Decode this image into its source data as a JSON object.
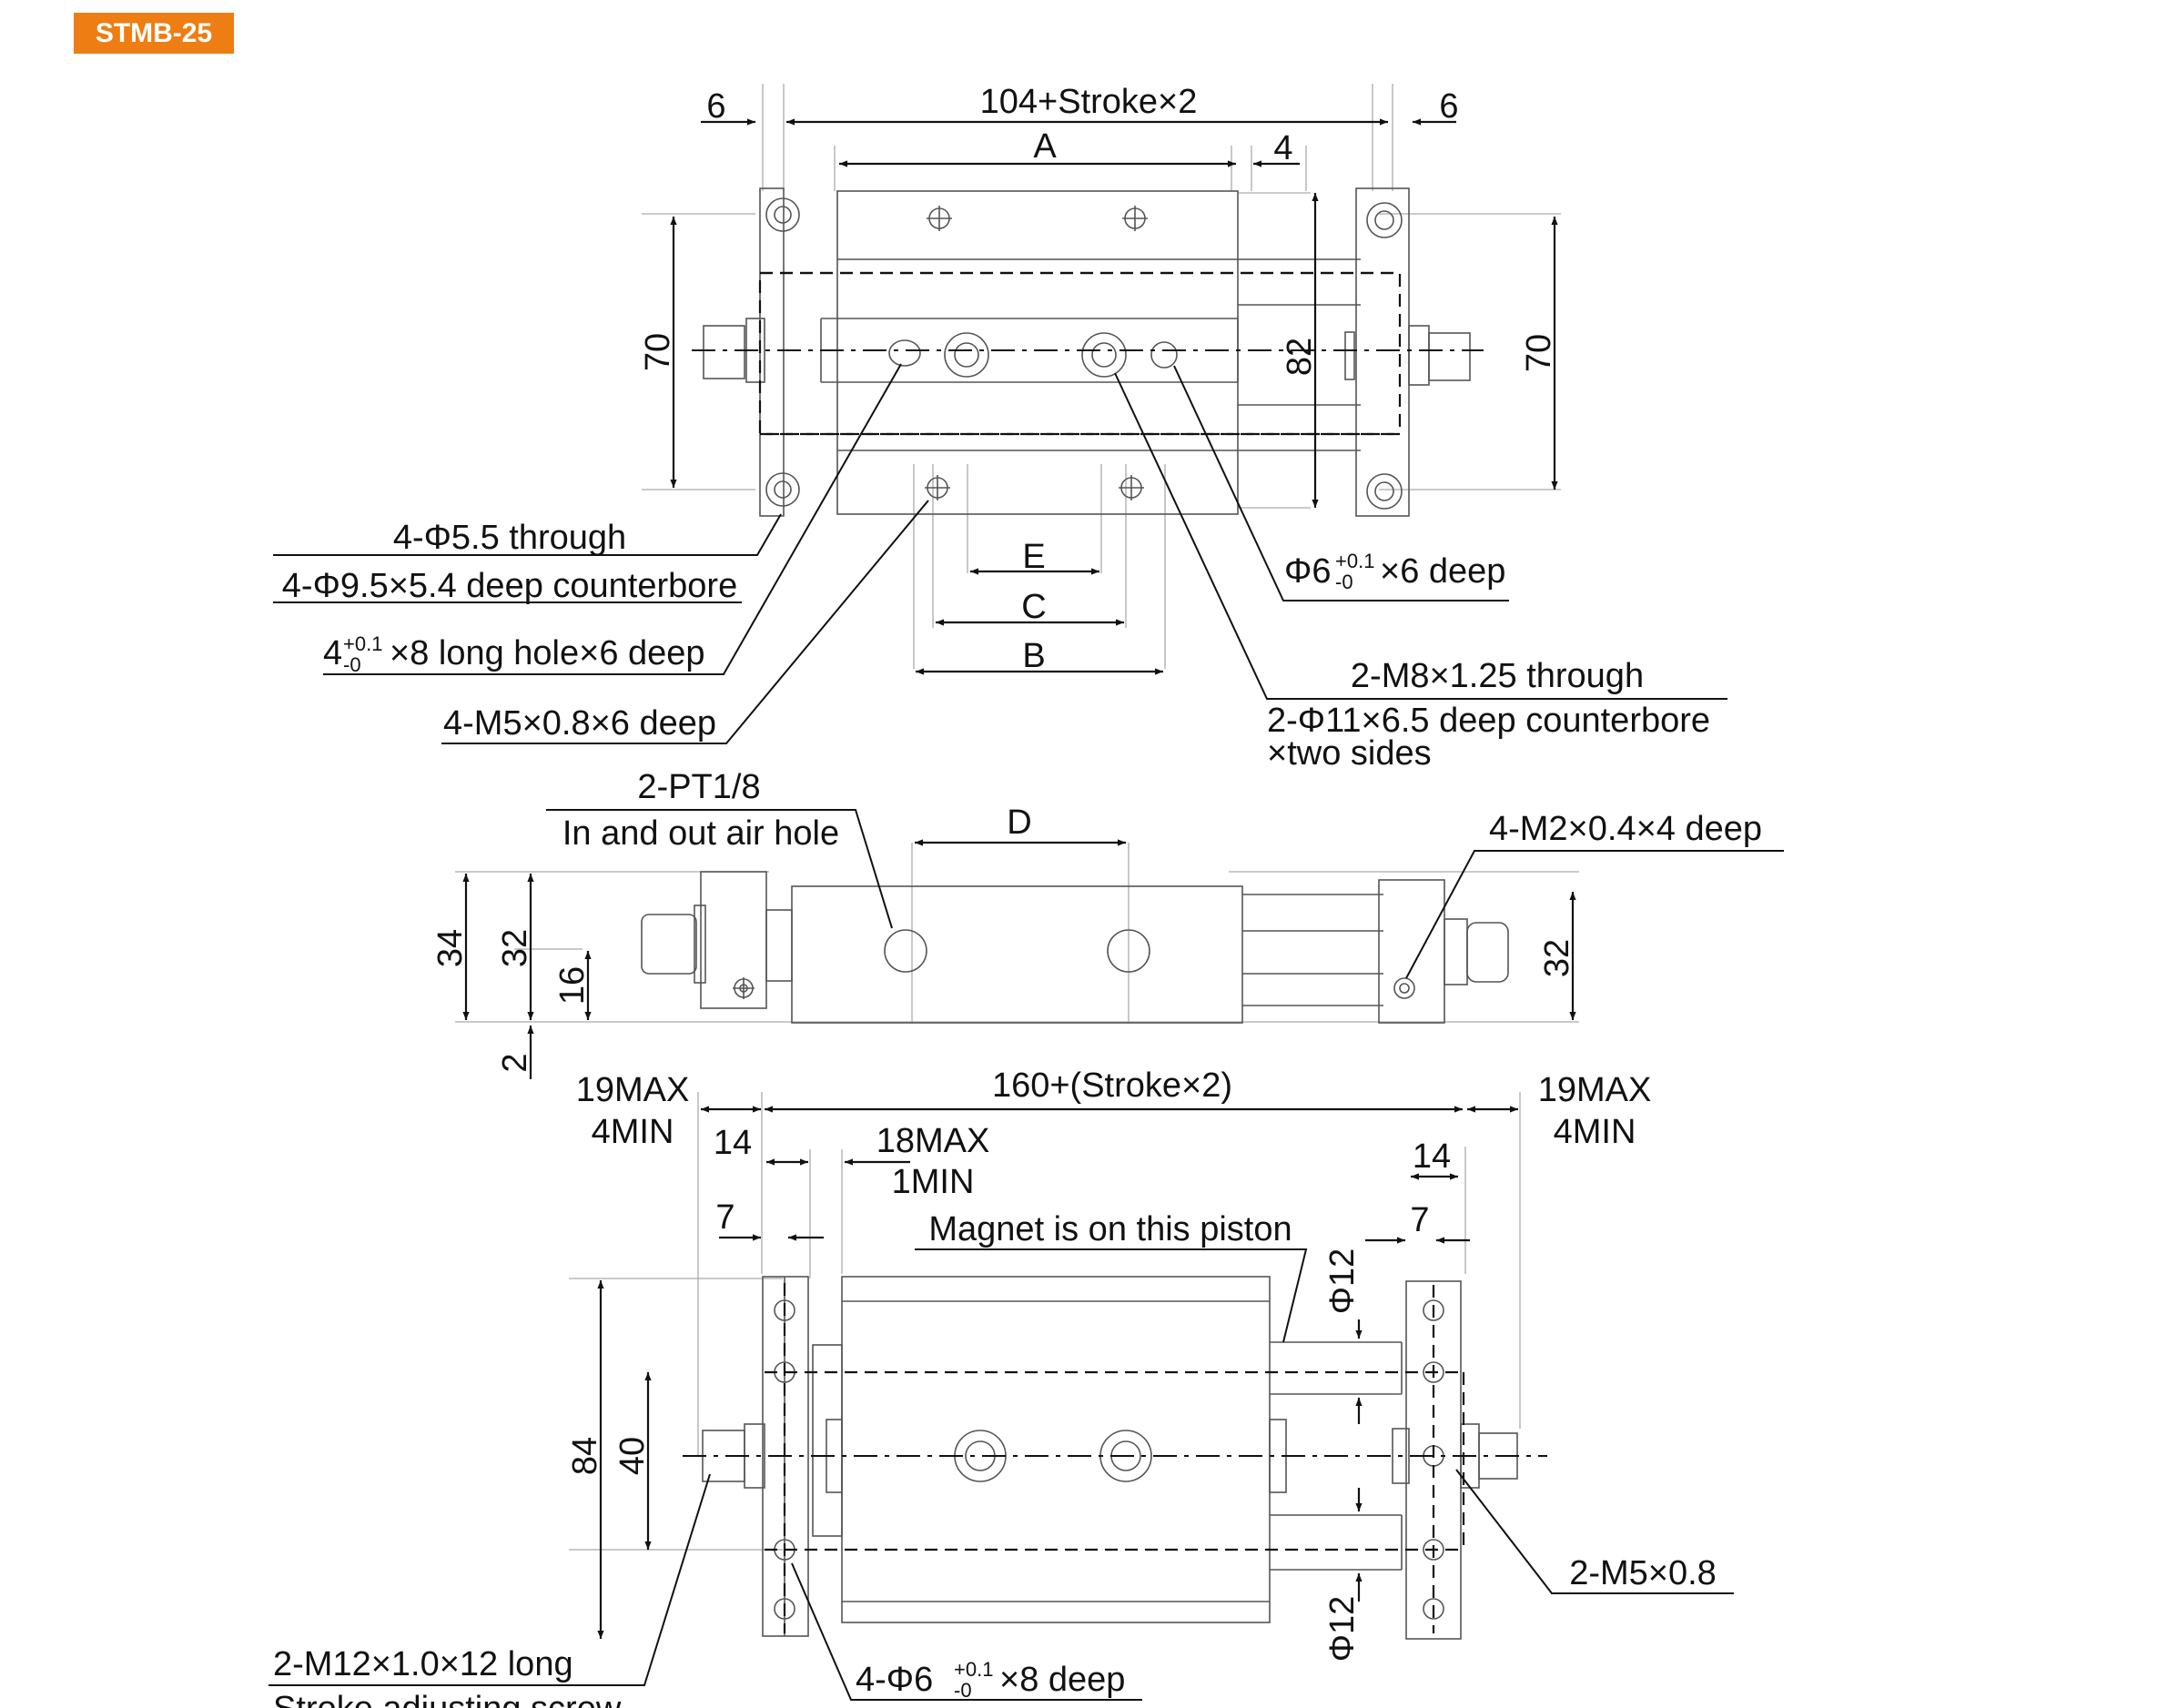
{
  "model": "STMB-25",
  "top_view": {
    "dims": {
      "left_gap": "6",
      "overall": "104+Stroke×2",
      "right_gap": "6",
      "a": "A",
      "four": "4",
      "height_left": "70",
      "height_mid": "82",
      "height_right": "70",
      "e": "E",
      "c": "C",
      "b": "B"
    },
    "callouts": {
      "through_hole": "4-Φ5.5 through",
      "counterbore": "4-Φ9.5×5.4 deep counterbore",
      "long_hole_base": "4",
      "long_hole_tol_up": "+0.1",
      "long_hole_tol_dn": "-0",
      "long_hole_rest": "×8 long hole×6 deep",
      "m5_tap": "4-M5×0.8×6 deep",
      "pin_base": "Φ6",
      "pin_tol_up": "+0.1",
      "pin_tol_dn": "-0",
      "pin_rest": "×6 deep",
      "m8_through": "2-M8×1.25 through",
      "m8_counterbore": "2-Φ11×6.5 deep counterbore",
      "m8_sides": "×two sides"
    }
  },
  "side_view": {
    "port_count": "2-PT1/8",
    "port_label": "In and out air hole",
    "d": "D",
    "m2_tap": "4-M2×0.4×4 deep",
    "dims": {
      "h34": "34",
      "h32": "32",
      "h16": "16",
      "h2": "2",
      "h32_right": "32"
    }
  },
  "bottom_view": {
    "dims": {
      "left_max": "19MAX",
      "left_min": "4MIN",
      "overall": "160+(Stroke×2)",
      "right_max": "19MAX",
      "right_min": "4MIN",
      "w14_left": "14",
      "w14_right": "14",
      "adj_max": "18MAX",
      "adj_min": "1MIN",
      "w7_left": "7",
      "w7_right": "7",
      "h84": "84",
      "h40": "40",
      "phi_top": "Φ12",
      "phi_bottom": "Φ12"
    },
    "callouts": {
      "magnet": "Magnet is on this piston",
      "m5": "2-M5×0.8",
      "m12": "2-M12×1.0×12 long",
      "screw": "Stroke adjusting screw",
      "pin_base": "4-Φ6",
      "pin_tol_up": "+0.1",
      "pin_tol_dn": "-0",
      "pin_rest": "×8 deep"
    }
  },
  "colors": {
    "badge": "#ee7d13",
    "badge_text": "#ffffff",
    "ink": "#111111"
  }
}
